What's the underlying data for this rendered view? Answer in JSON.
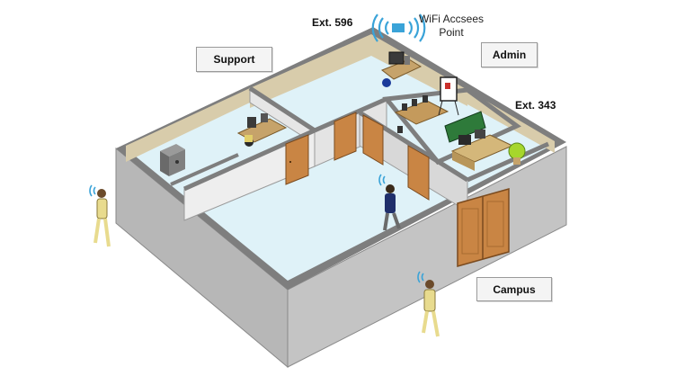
{
  "labels": {
    "support": "Support",
    "admin": "Admin",
    "campus": "Campus",
    "ext_596": "Ext. 596",
    "ext_343": "Ext. 343",
    "wifi_line1": "WiFi Accsees",
    "wifi_line2": "Point"
  },
  "colors": {
    "floor": "#dff2f8",
    "wall_outer": "#b5b5b5",
    "wall_top": "#808080",
    "back_wall": "#d8ccab",
    "door": "#c98544",
    "wifi": "#3aa3d8",
    "person_yellow": "#e8db8e",
    "person_navy": "#1f2f6b"
  },
  "icons": [
    "wifi-icon",
    "person-icon",
    "door-icon",
    "safe-icon",
    "desk-icon",
    "whiteboard-icon",
    "plant-icon"
  ]
}
